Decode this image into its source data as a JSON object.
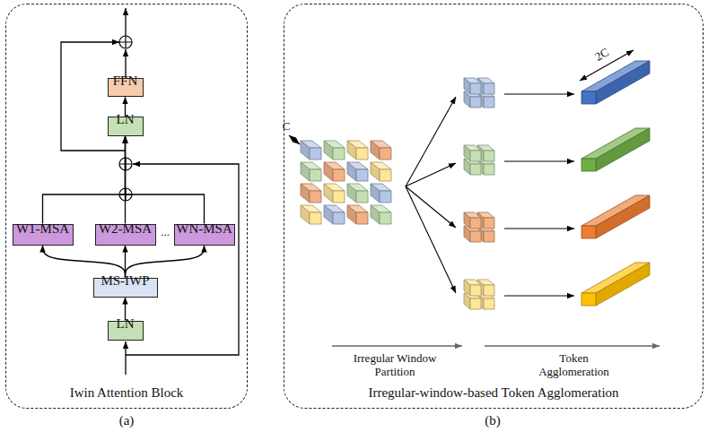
{
  "diagram": {
    "nodes": [
      {
        "text": [
          "Iwin Attention Block"
        ]
      },
      {
        "text": [
          "FFN"
        ],
        "in": 0
      },
      {
        "text": [
          "LN"
        ],
        "in": 0
      },
      {
        "text": [
          "W1-MSA"
        ],
        "in": 0
      },
      {
        "text": [
          "W2-MSA"
        ],
        "in": 0
      },
      {
        "text": [
          "WN-MSA"
        ],
        "in": 0
      },
      {
        "text": [
          "MS-IWP"
        ],
        "in": 0
      },
      {
        "text": [
          "LN"
        ],
        "in": 0
      },
      {
        "text": [
          "Irregular-window-based Token Agglomeration"
        ]
      }
    ],
    "edges": [
      {
        "from": 7,
        "to": 6,
        "arrow": "to"
      },
      {
        "from": 6,
        "to": 3,
        "arrow": "to"
      },
      {
        "from": 6,
        "to": 4,
        "arrow": "to"
      },
      {
        "from": 6,
        "to": 5,
        "arrow": "to"
      },
      {
        "from": 3,
        "to": 2,
        "arrow": "to"
      },
      {
        "from": 4,
        "to": 2,
        "arrow": "to"
      },
      {
        "from": 5,
        "to": 2,
        "arrow": "to"
      },
      {
        "from": 2,
        "to": 1,
        "arrow": "to"
      }
    ],
    "labels": [
      "...",
      "(a)",
      "C",
      "2C",
      "Irregular Window Partition",
      "Token Agglomeration",
      "(b)"
    ]
  }
}
